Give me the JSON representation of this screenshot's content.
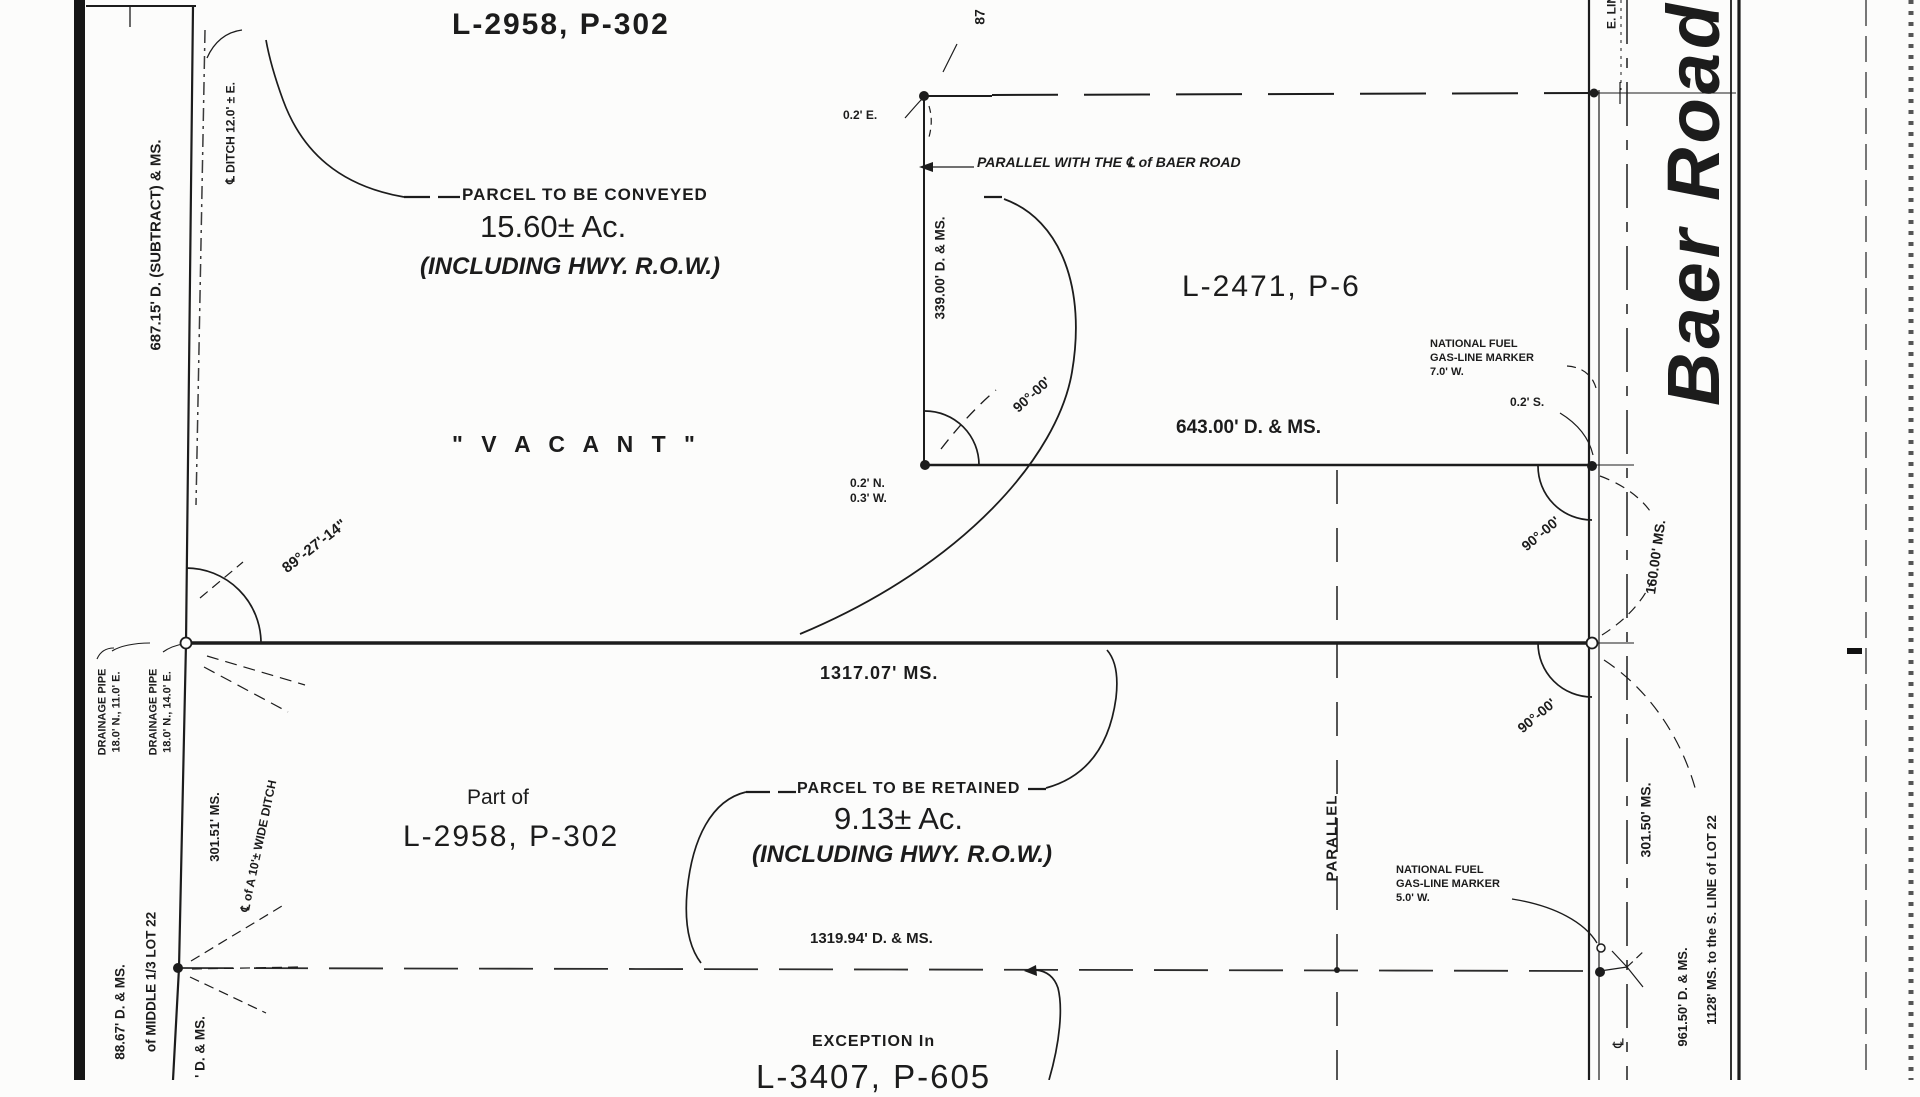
{
  "colors": {
    "ink": "#1c1c1c",
    "paper": "#fcfcfb"
  },
  "parcels": {
    "upper_lot": "L-2958, P-302",
    "conveyed": {
      "title": "PARCEL TO BE CONVEYED",
      "area": "15.60± Ac.",
      "note": "(INCLUDING HWY. R.O.W.)"
    },
    "vacant": "\" V A C A N T \"",
    "right_lot": "L-2471, P-6",
    "part_of": {
      "line1": "Part of",
      "line2": "L-2958, P-302"
    },
    "retained": {
      "title": "PARCEL TO BE RETAINED",
      "area": "9.13± Ac.",
      "note": "(INCLUDING HWY. R.O.W.)"
    },
    "exception": {
      "line1": "EXCEPTION In",
      "line2": "L-3407, P-605"
    }
  },
  "road": {
    "name": "Baer Road",
    "centerline_note": "PARALLEL WITH THE ℄ of BAER ROAD",
    "east_line_label": "E. LINE",
    "parallel_label": "PARALLEL",
    "centerline_symbol": "℄"
  },
  "dimensions": {
    "west": "687.15' D. (SUBTRACT) & MS.",
    "ditch_offset": "℄ DITCH 12.0' ± E.",
    "north_partial": "87",
    "l2471_west": "339.00' D. & MS.",
    "l2471_south": "643.00' D. & MS.",
    "division_line": "1317.07' MS.",
    "south_line": "1319.94' D. & MS.",
    "baer_160": "160.00' MS.",
    "baer_301_50": "301.50' MS.",
    "baer_961_50": "961.50' D. & MS.",
    "baer_1128": "1128' MS. to the S. LINE of LOT 22",
    "west_301_51": "301.51' MS.",
    "west_88_67": "88.67' D. & MS.",
    "partial_d_ms": "' D. & MS."
  },
  "angles": {
    "corner_89": "89°-27'-14\"",
    "right_angle": "90°-00'"
  },
  "notes": {
    "offset_02e": "0.2' E.",
    "offset_02n": "0.2' N.",
    "offset_03w": "0.3' W.",
    "offset_02s": "0.2' S.",
    "gas_marker_upper": {
      "line1": "NATIONAL FUEL",
      "line2": "GAS-LINE MARKER",
      "line3": "7.0' W."
    },
    "gas_marker_lower": {
      "line1": "NATIONAL FUEL",
      "line2": "GAS-LINE MARKER",
      "line3": "5.0' W."
    },
    "drain_east": {
      "line1": "DRAINAGE PIPE",
      "line2": "18.0' N., 11.0' E."
    },
    "drain_west": {
      "line1": "DRAINAGE PIPE",
      "line2": "18.0' N., 14.0' E."
    },
    "ditch_centerline": "℄ of A 10'± WIDE DITCH",
    "middle_lot": "of MIDDLE 1/3 LOT 22"
  }
}
